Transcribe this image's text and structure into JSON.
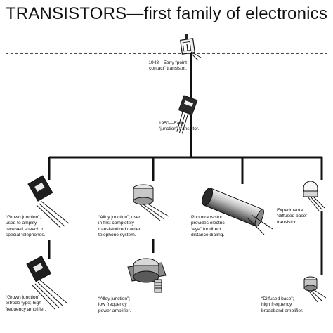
{
  "title": "TRANSISTORS—first family of electronics",
  "captions": {
    "point_contact": [
      "1948—Early “point",
      "contact” transistor."
    ],
    "junction_1950": [
      "1950—Early",
      "“junction” transistor."
    ],
    "grown_junction": [
      "“Grown junction”;",
      "used to amplify",
      "received speech in",
      "special telephones."
    ],
    "alloy_junction": [
      "“Alloy junction”; used",
      "in first completely",
      "transistorized carrier",
      "telephone system."
    ],
    "phototransistor": [
      "Phototransistor;",
      "provides electric",
      "“eye” for direct",
      "distance dialing."
    ],
    "experimental_diffused": [
      "Experimental",
      "“diffused base”",
      "transistor."
    ],
    "grown_tetrode": [
      "“Grown junction”",
      "tetrode type; high",
      "frequency amplifier."
    ],
    "alloy_low_freq": [
      "“Alloy junction”;",
      "low frequency",
      "power amplifier."
    ],
    "diffused_base": [
      "“Diffused base”;",
      "high frequency",
      "broadband amplifier."
    ]
  },
  "colors": {
    "ink": "#111111",
    "metal_light": "#e6e6e6",
    "metal_mid": "#9a9a9a",
    "metal_dark": "#3a3a3a"
  }
}
